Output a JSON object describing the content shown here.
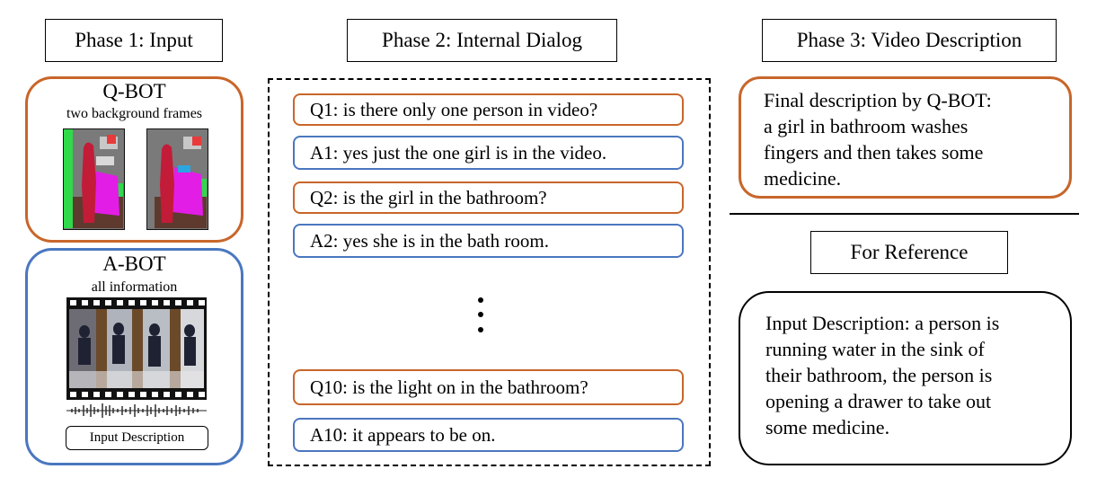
{
  "phases": {
    "phase1": "Phase 1: Input",
    "phase2": "Phase 2: Internal Dialog",
    "phase3": "Phase 3: Video Description"
  },
  "qbot": {
    "title": "Q-BOT",
    "subtitle": "two background frames"
  },
  "abot": {
    "title": "A-BOT",
    "subtitle": "all information",
    "input_button": "Input Description"
  },
  "dialog": [
    {
      "label": "Q1: is there only one person in video?",
      "speaker": "question"
    },
    {
      "label": "A1: yes just the one girl is in the video.",
      "speaker": "answer"
    },
    {
      "label": "Q2: is the girl in the bathroom?",
      "speaker": "question"
    },
    {
      "label": "A2: yes she is in the bath room.",
      "speaker": "answer"
    },
    {
      "label": "Q10: is the light on in the bathroom?",
      "speaker": "question"
    },
    {
      "label": "A10: it appears to be on.",
      "speaker": "answer"
    }
  ],
  "final": {
    "lines": [
      "Final description by Q-BOT:",
      "a girl in bathroom washes",
      "fingers and then takes some",
      "medicine."
    ]
  },
  "reference": {
    "title": "For Reference",
    "lines": [
      "Input Description: a person is",
      "running water in the sink of",
      "their bathroom, the person is",
      "opening a drawer to take out",
      "some medicine."
    ]
  },
  "colors": {
    "question_border": "#c8662a",
    "answer_border": "#4a77bf"
  }
}
